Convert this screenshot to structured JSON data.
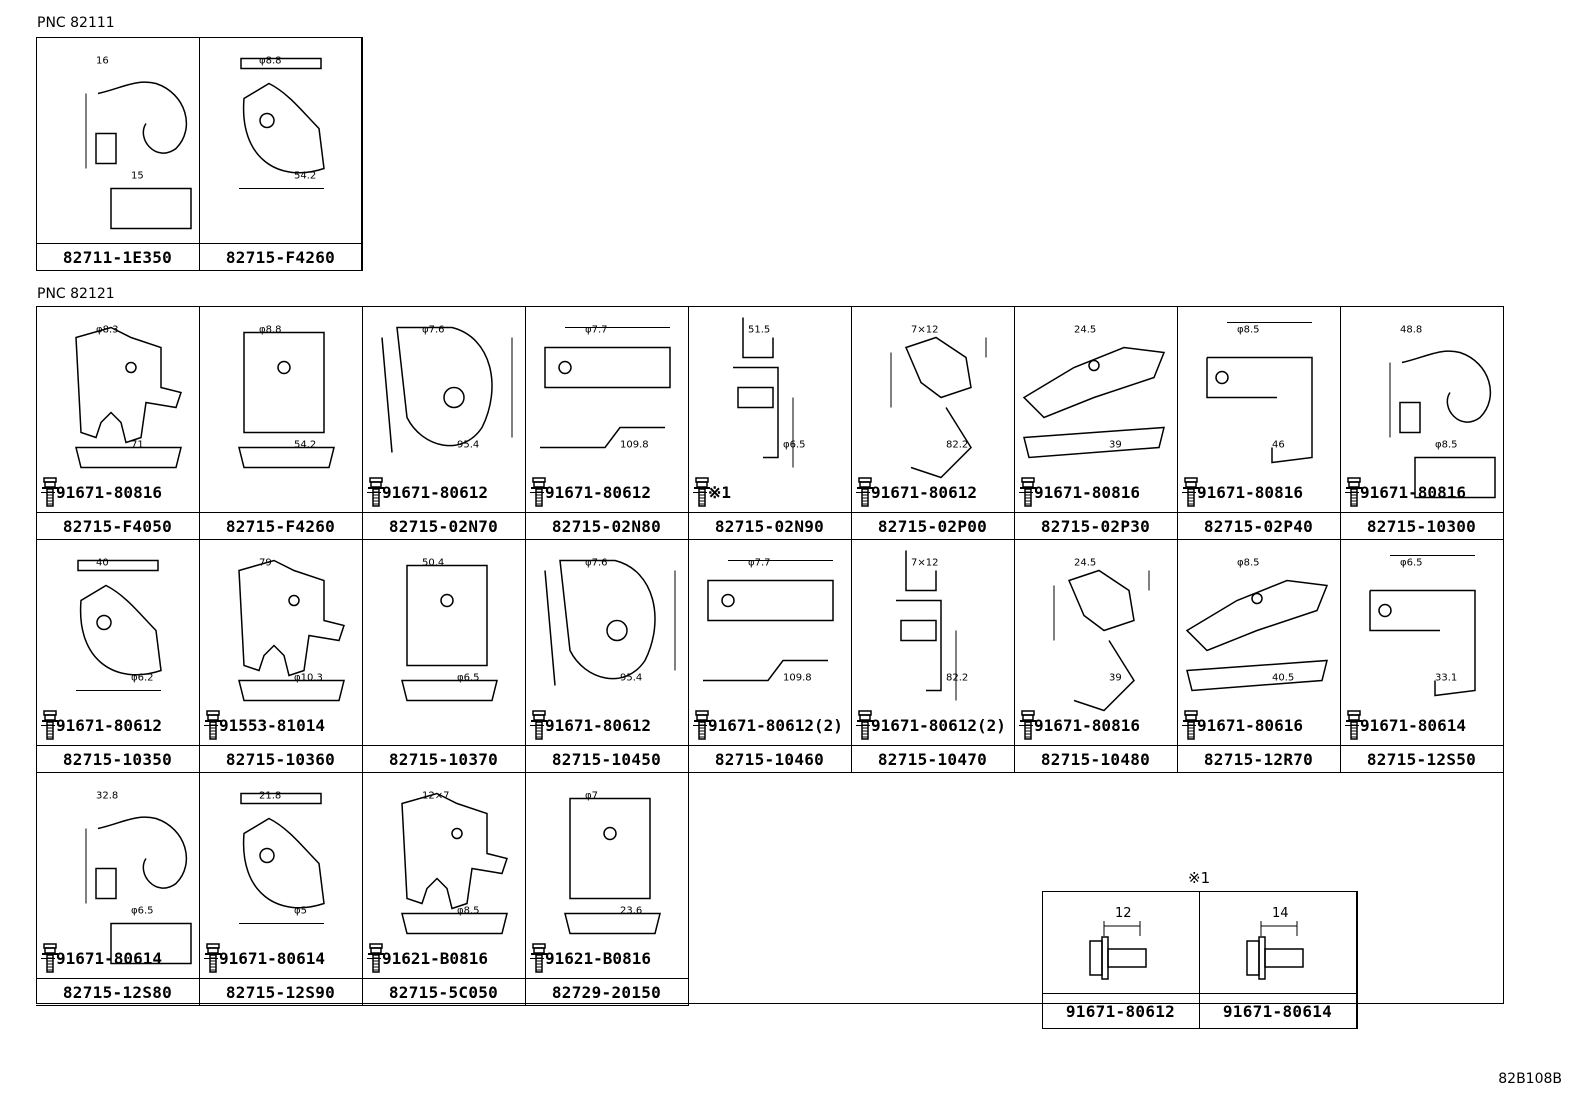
{
  "groups": [
    {
      "pnc_label": "PNC 82111",
      "cells": [
        {
          "part_no": "82711-1E350",
          "bolt": "",
          "dims": [
            "16",
            "15"
          ]
        },
        {
          "part_no": "82715-F4260",
          "bolt": "",
          "dims": [
            "φ8.8",
            "54.2"
          ]
        }
      ]
    },
    {
      "pnc_label": "PNC 82121",
      "cells": [
        {
          "part_no": "82715-F4050",
          "bolt": "91671-80816",
          "dims": [
            "φ8.3",
            "71"
          ]
        },
        {
          "part_no": "82715-F4260",
          "bolt": "",
          "dims": [
            "φ8.8",
            "54.2"
          ]
        },
        {
          "part_no": "82715-02N70",
          "bolt": "91671-80612",
          "dims": [
            "φ7.6",
            "95.4"
          ]
        },
        {
          "part_no": "82715-02N80",
          "bolt": "91671-80612",
          "dims": [
            "φ7.7",
            "109.8"
          ]
        },
        {
          "part_no": "82715-02N90",
          "bolt": "※1",
          "dims": [
            "51.5",
            "φ6.5"
          ]
        },
        {
          "part_no": "82715-02P00",
          "bolt": "91671-80612",
          "dims": [
            "7×12",
            "82.2"
          ]
        },
        {
          "part_no": "82715-02P30",
          "bolt": "91671-80816",
          "dims": [
            "24.5",
            "39"
          ]
        },
        {
          "part_no": "82715-02P40",
          "bolt": "91671-80816",
          "dims": [
            "φ8.5",
            "46"
          ]
        },
        {
          "part_no": "82715-10300",
          "bolt": "91671-80816",
          "dims": [
            "48.8",
            "φ8.5"
          ]
        },
        {
          "part_no": "82715-10350",
          "bolt": "91671-80612",
          "dims": [
            "40",
            "φ6.2"
          ]
        },
        {
          "part_no": "82715-10360",
          "bolt": "91553-81014",
          "dims": [
            "79",
            "φ10.3"
          ]
        },
        {
          "part_no": "82715-10370",
          "bolt": "",
          "dims": [
            "50.4",
            "φ6.5"
          ]
        },
        {
          "part_no": "82715-10450",
          "bolt": "91671-80612",
          "dims": [
            "φ7.6",
            "95.4"
          ]
        },
        {
          "part_no": "82715-10460",
          "bolt": "91671-80612(2)",
          "dims": [
            "φ7.7",
            "109.8"
          ]
        },
        {
          "part_no": "82715-10470",
          "bolt": "91671-80612(2)",
          "dims": [
            "7×12",
            "82.2"
          ]
        },
        {
          "part_no": "82715-10480",
          "bolt": "91671-80816",
          "dims": [
            "24.5",
            "39"
          ]
        },
        {
          "part_no": "82715-12R70",
          "bolt": "91671-80616",
          "dims": [
            "φ8.5",
            "40.5"
          ]
        },
        {
          "part_no": "82715-12S50",
          "bolt": "91671-80614",
          "dims": [
            "φ6.5",
            "33.1"
          ]
        },
        {
          "part_no": "82715-12S80",
          "bolt": "91671-80614",
          "dims": [
            "32.8",
            "φ6.5"
          ]
        },
        {
          "part_no": "82715-12S90",
          "bolt": "91671-80614",
          "dims": [
            "21.8",
            "φ5"
          ]
        },
        {
          "part_no": "82715-5C050",
          "bolt": "91621-B0816",
          "dims": [
            "12×7",
            "φ8.5"
          ]
        },
        {
          "part_no": "82729-20150",
          "bolt": "91621-B0816",
          "dims": [
            "φ7",
            "23.6"
          ]
        }
      ]
    }
  ],
  "note": {
    "title": "※1",
    "cells": [
      {
        "part_no": "91671-80612",
        "dims": [
          "12"
        ]
      },
      {
        "part_no": "91671-80614",
        "dims": [
          "14"
        ]
      }
    ]
  },
  "diagram_code": "82B108B"
}
